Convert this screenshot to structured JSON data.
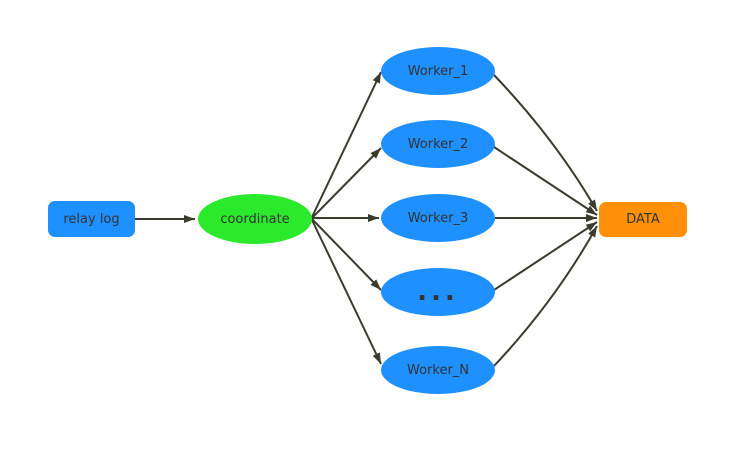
{
  "diagram": {
    "background": "#ffffff",
    "colors": {
      "node_blue": "#1E90FF",
      "node_green": "#2BE92B",
      "node_orange": "#FF9008",
      "edge_color": "#3C3B2E",
      "text_color": "#333333"
    },
    "nodes": {
      "relay_log": {
        "label": "relay log",
        "shape": "rounded-rectangle",
        "fill": "#1E90FF"
      },
      "coordinate": {
        "label": "coordinate",
        "shape": "ellipse",
        "fill": "#2BE92B"
      },
      "workers": [
        {
          "label": "Worker_1",
          "shape": "ellipse",
          "fill": "#1E90FF"
        },
        {
          "label": "Worker_2",
          "shape": "ellipse",
          "fill": "#1E90FF"
        },
        {
          "label": "Worker_3",
          "shape": "ellipse",
          "fill": "#1E90FF"
        },
        {
          "label": "...",
          "shape": "ellipse",
          "fill": "#1E90FF"
        },
        {
          "label": "Worker_N",
          "shape": "ellipse",
          "fill": "#1E90FF"
        }
      ],
      "data": {
        "label": "DATA",
        "shape": "rounded-rectangle",
        "fill": "#FF9008"
      }
    },
    "edges": [
      {
        "from": "relay log",
        "to": "coordinate"
      },
      {
        "from": "coordinate",
        "to": "Worker_1"
      },
      {
        "from": "coordinate",
        "to": "Worker_2"
      },
      {
        "from": "coordinate",
        "to": "Worker_3"
      },
      {
        "from": "coordinate",
        "to": "..."
      },
      {
        "from": "coordinate",
        "to": "Worker_N"
      },
      {
        "from": "Worker_1",
        "to": "DATA"
      },
      {
        "from": "Worker_2",
        "to": "DATA"
      },
      {
        "from": "Worker_3",
        "to": "DATA"
      },
      {
        "from": "...",
        "to": "DATA"
      },
      {
        "from": "Worker_N",
        "to": "DATA"
      }
    ]
  }
}
